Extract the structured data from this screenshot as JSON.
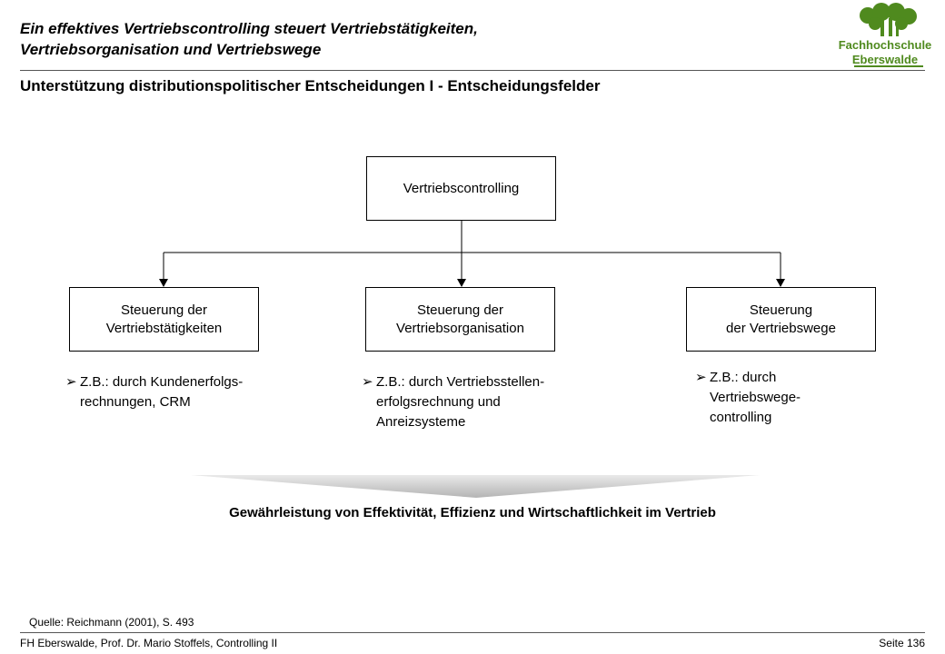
{
  "header": {
    "title_line1": "Ein effektives Vertriebscontrolling steuert Vertriebstätigkeiten,",
    "title_line2": "Vertriebsorganisation und Vertriebswege",
    "subtitle": "Unterstützung distributionspolitischer Entscheidungen I - Entscheidungsfelder"
  },
  "logo": {
    "line1": "Fachhochschule",
    "line2": "Eberswalde",
    "color": "#4f8a1e"
  },
  "diagram": {
    "root": "Vertriebscontrolling",
    "boxes": [
      {
        "line1": "Steuerung der",
        "line2": "Vertriebstätigkeiten"
      },
      {
        "line1": "Steuerung der",
        "line2": "Vertriebsorganisation"
      },
      {
        "line1": "Steuerung",
        "line2": "der Vertriebswege"
      }
    ],
    "bullet_marker": "➢",
    "bullets": [
      {
        "lines": [
          "Z.B.: durch Kundenerfolgs-",
          "rechnungen, CRM"
        ]
      },
      {
        "lines": [
          "Z.B.: durch Vertriebsstellen-",
          "erfolgsrechnung und",
          "Anreizsysteme"
        ]
      },
      {
        "lines": [
          "Z.B.: durch",
          "Vertriebswege-",
          "controlling"
        ]
      }
    ],
    "conclusion": "Gewährleistung von Effektivität, Effizienz und Wirtschaftlichkeit im Vertrieb"
  },
  "footer": {
    "source": "Quelle:  Reichmann (2001),  S. 493",
    "left": "FH Eberswalde, Prof. Dr. Mario Stoffels, Controlling II",
    "right": "Seite 136"
  }
}
